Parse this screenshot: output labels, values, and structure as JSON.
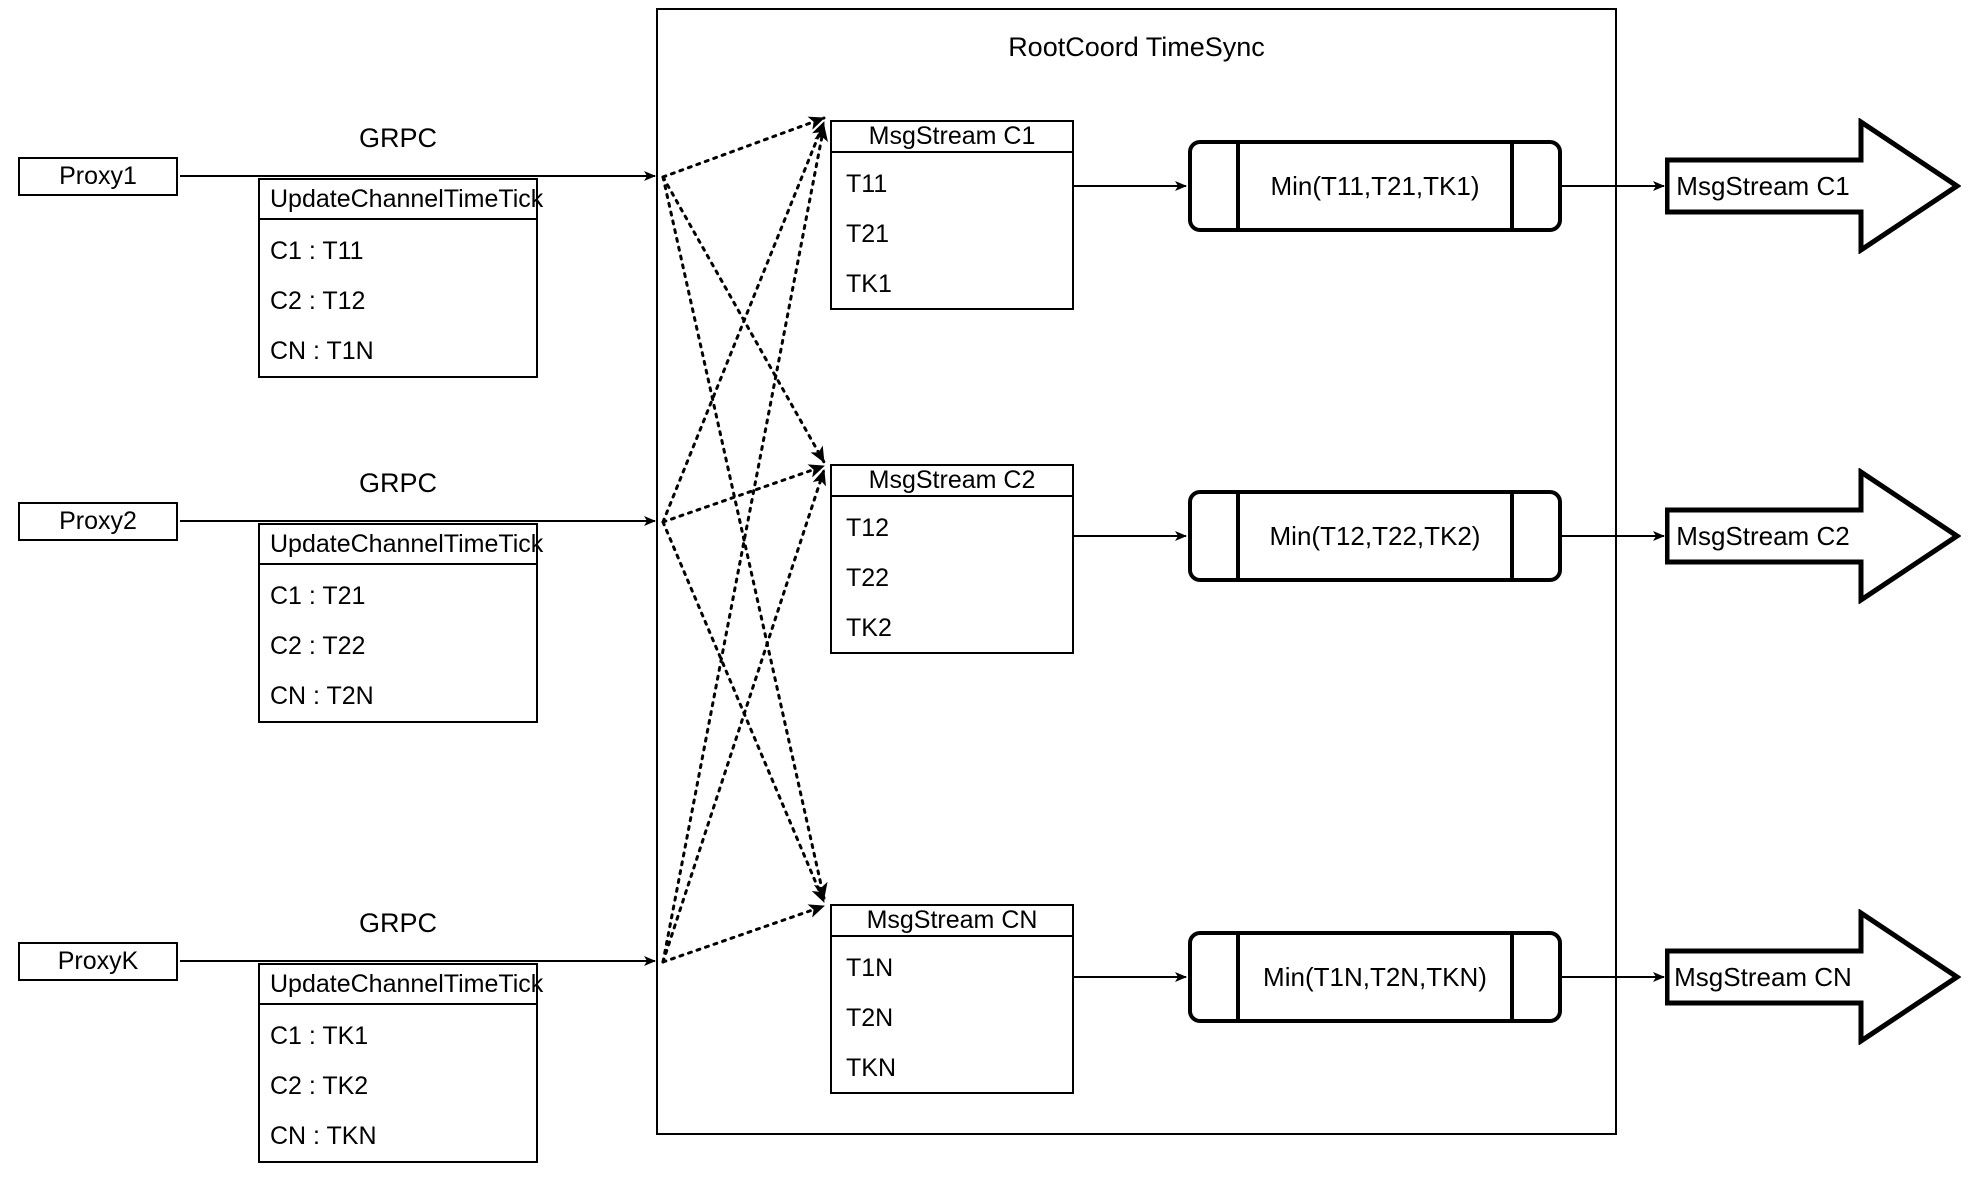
{
  "diagram": {
    "title": "RootCoord TimeSync",
    "background": "#ffffff",
    "line_color": "#000000"
  },
  "proxies": [
    {
      "name": "Proxy1",
      "link_label": "GRPC",
      "rpc": {
        "method": "UpdateChannelTimeTick",
        "entries": [
          "C1 :  T11",
          "C2 :  T12",
          "CN : T1N"
        ]
      }
    },
    {
      "name": "Proxy2",
      "link_label": "GRPC",
      "rpc": {
        "method": "UpdateChannelTimeTick",
        "entries": [
          "C1 :  T21",
          "C2 :  T22",
          "CN : T2N"
        ]
      }
    },
    {
      "name": "ProxyK",
      "link_label": "GRPC",
      "rpc": {
        "method": "UpdateChannelTimeTick",
        "entries": [
          "C1 :  TK1",
          "C2 :  TK2",
          "CN : TKN"
        ]
      }
    }
  ],
  "channels": [
    {
      "msgstream": {
        "title": "MsgStream C1",
        "ticks": [
          "T11",
          "T21",
          "TK1"
        ]
      },
      "reducer": {
        "label": "Min(T11,T21,TK1)"
      },
      "output": {
        "label": "MsgStream C1"
      }
    },
    {
      "msgstream": {
        "title": "MsgStream C2",
        "ticks": [
          "T12",
          "T22",
          "TK2"
        ]
      },
      "reducer": {
        "label": "Min(T12,T22,TK2)"
      },
      "output": {
        "label": "MsgStream C2"
      }
    },
    {
      "msgstream": {
        "title": "MsgStream CN",
        "ticks": [
          "T1N",
          "T2N",
          "TKN"
        ]
      },
      "reducer": {
        "label": "Min(T1N,T2N,TKN)"
      },
      "output": {
        "label": "MsgStream CN"
      }
    }
  ]
}
